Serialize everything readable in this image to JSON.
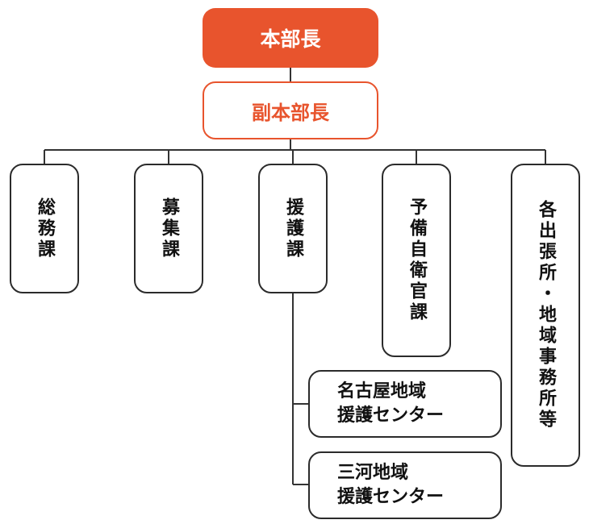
{
  "org": {
    "top": {
      "label": "本部長"
    },
    "deputy": {
      "label": "副本部長"
    },
    "divisions": [
      {
        "id": "somuka",
        "label": "総務課"
      },
      {
        "id": "boshuka",
        "label": "募集課"
      },
      {
        "id": "engoka",
        "label": "援護課"
      },
      {
        "id": "yobika",
        "label": "予備自衛官課"
      },
      {
        "id": "shuccho",
        "label": "各出張所・地域事務所等"
      }
    ],
    "centers": [
      {
        "id": "nagoya",
        "line1": "名古屋地域",
        "line2": "援護センター"
      },
      {
        "id": "mikawa",
        "line1": "三河地域",
        "line2": "援護センター"
      }
    ]
  },
  "colors": {
    "accent": "#e8542d",
    "border": "#2b2b2b",
    "text": "#111111",
    "connector": "#333333"
  }
}
